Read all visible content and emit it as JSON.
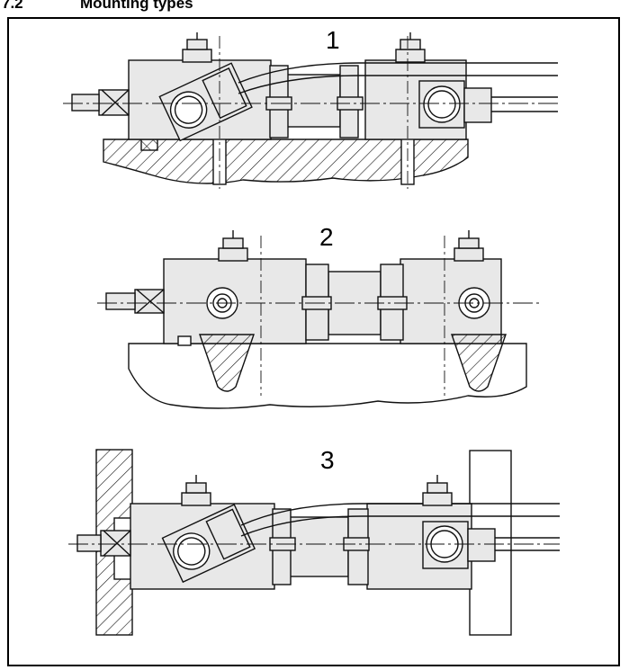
{
  "heading": {
    "number": "7.2",
    "title": "Mounting types"
  },
  "labels": [
    "1",
    "2",
    "3"
  ],
  "colors": {
    "body_fill": "#e8e8e8",
    "line": "#111111",
    "base_fill": "#ffffff"
  }
}
